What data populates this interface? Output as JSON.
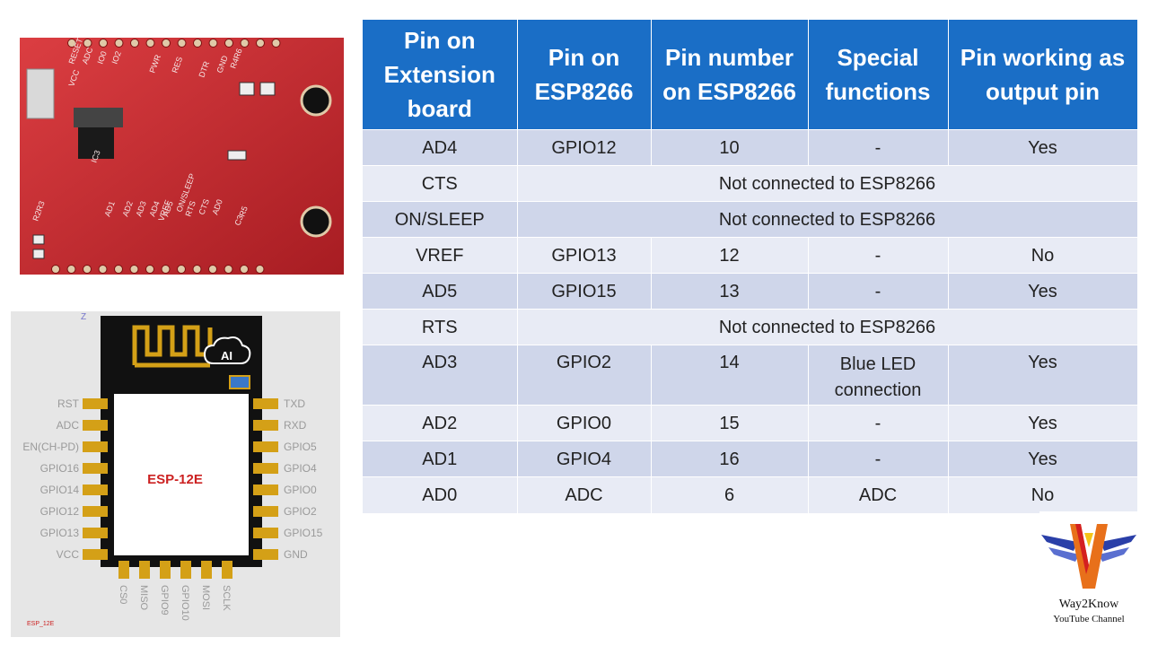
{
  "table": {
    "headers": [
      "Pin on Extension board",
      "Pin on ESP8266",
      "Pin number on ESP8266",
      "Special functions",
      "Pin working as output pin"
    ],
    "rows": [
      {
        "ext": "AD4",
        "esp": "GPIO12",
        "num": "10",
        "func": "-",
        "out": "Yes"
      },
      {
        "ext": "CTS",
        "merged": "Not connected to ESP8266"
      },
      {
        "ext": "ON/SLEEP",
        "merged": "Not connected to ESP8266"
      },
      {
        "ext": "VREF",
        "esp": "GPIO13",
        "num": "12",
        "func": "-",
        "out": "No"
      },
      {
        "ext": "AD5",
        "esp": "GPIO15",
        "num": "13",
        "func": "-",
        "out": "Yes"
      },
      {
        "ext": "RTS",
        "merged": "Not connected to ESP8266"
      },
      {
        "ext": "AD3",
        "esp": "GPIO2",
        "num": "14",
        "func": "Blue LED connection",
        "out": "Yes"
      },
      {
        "ext": "AD2",
        "esp": "GPIO0",
        "num": "15",
        "func": "-",
        "out": "Yes"
      },
      {
        "ext": "AD1",
        "esp": "GPIO4",
        "num": "16",
        "func": "-",
        "out": "Yes"
      },
      {
        "ext": "AD0",
        "esp": "ADC",
        "num": "6",
        "func": "ADC",
        "out": "No"
      }
    ]
  },
  "board": {
    "labels": [
      "RESET",
      "ADC",
      "IO0",
      "IO2",
      "RES",
      "PWR",
      "DTR",
      "VCC",
      "GND",
      "R2R3",
      "R4R6",
      "VREF",
      "RTS",
      "CTS",
      "AD0",
      "AD1",
      "AD2",
      "AD3",
      "AD4",
      "AD5",
      "ON/SLEEP",
      "IC3",
      "C3",
      "R5"
    ],
    "color": "#c8262c"
  },
  "module": {
    "title": "ESP-12E",
    "logo_text": "AI",
    "left_pins": [
      "RST",
      "ADC",
      "EN(CH-PD)",
      "GPIO16",
      "GPIO14",
      "GPIO12",
      "GPIO13",
      "VCC"
    ],
    "right_pins": [
      "TXD",
      "RXD",
      "GPIO5",
      "GPIO4",
      "GPIO0",
      "GPIO2",
      "GPIO15",
      "GND"
    ],
    "bottom_pins": [
      "CS0",
      "MISO",
      "GPIO9",
      "GPIO10",
      "MOSI",
      "SCLK"
    ],
    "caption": "ESP_12E",
    "corner": "Z"
  },
  "logo": {
    "name": "Way2Know",
    "sub": "YouTube Channel"
  }
}
